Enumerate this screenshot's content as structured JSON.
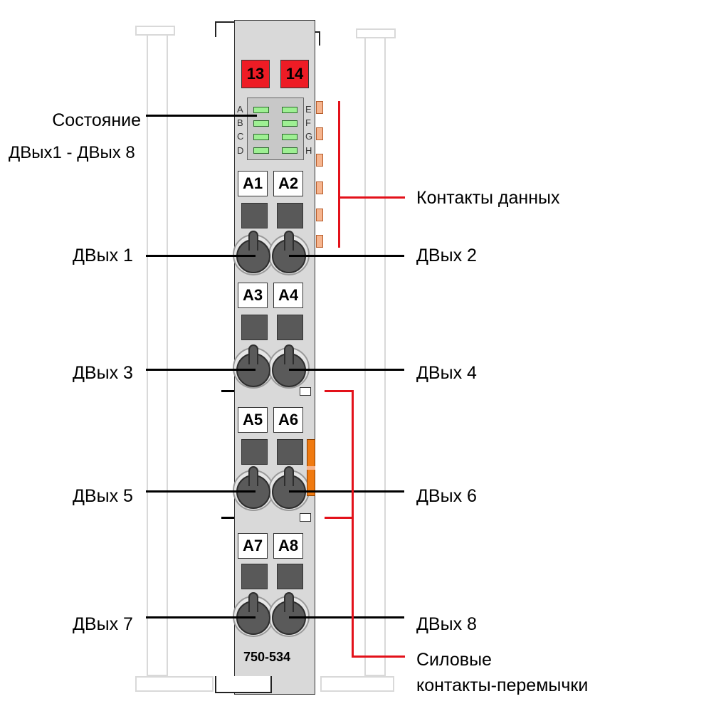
{
  "module": {
    "terminal_top": [
      "13",
      "14"
    ],
    "terminals": [
      "A1",
      "A2",
      "A3",
      "A4",
      "A5",
      "A6",
      "A7",
      "A8"
    ],
    "model": "750-534",
    "led_left": [
      "A",
      "B",
      "C",
      "D"
    ],
    "led_right": [
      "E",
      "F",
      "G",
      "H"
    ]
  },
  "labels": {
    "status_line1": "Состояние",
    "status_line2": "ДВых1 - ДВых 8",
    "data_contacts": "Контакты данных",
    "out1": "ДВых 1",
    "out2": "ДВых 2",
    "out3": "ДВых 3",
    "out4": "ДВых 4",
    "out5": "ДВых 5",
    "out6": "ДВых 6",
    "out7": "ДВых 7",
    "out8": "ДВых 8",
    "power_line1": "Силовые",
    "power_line2": "контакты-перемычки"
  },
  "colors": {
    "red_marker": "#e3111a",
    "led_green": "#9ef093",
    "terminal_red": "#ee1c25",
    "orange": "#f07a10"
  }
}
